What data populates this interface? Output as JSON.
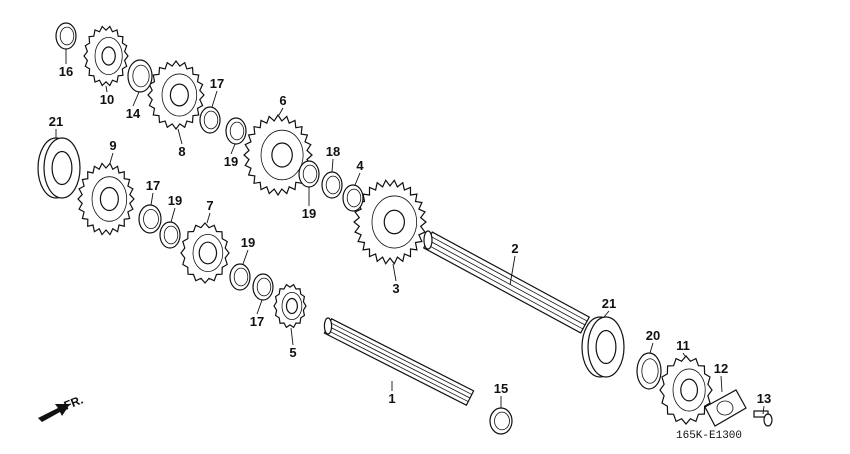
{
  "diagram_code": "165K-E1300",
  "direction_label": "FR.",
  "part_labels": [
    "16",
    "10",
    "14",
    "17",
    "8",
    "6",
    "19",
    "18",
    "4",
    "19",
    "21",
    "9",
    "17",
    "19",
    "7",
    "19",
    "17",
    "5",
    "3",
    "2",
    "21",
    "20",
    "11",
    "12",
    "13",
    "15",
    "1"
  ],
  "colors": {
    "ink": "#111111",
    "background": "#ffffff"
  }
}
